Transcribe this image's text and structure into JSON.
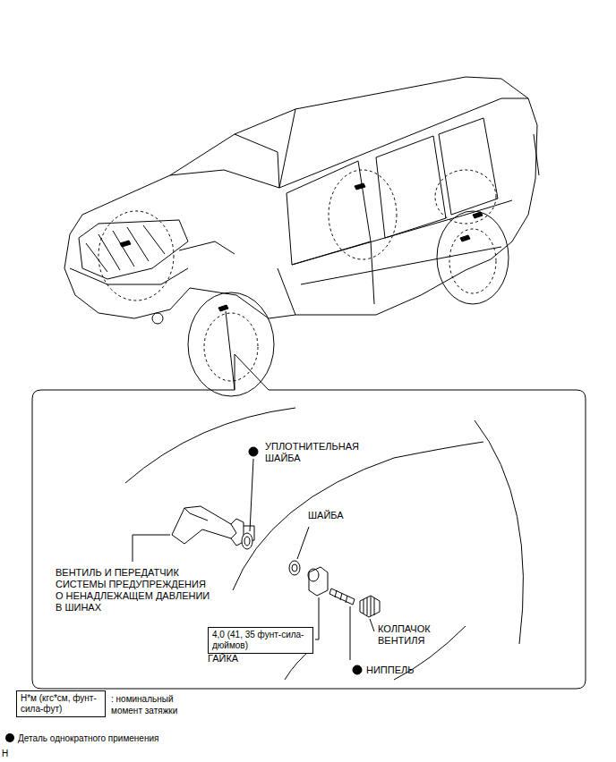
{
  "diagram": {
    "nodes": [
      {
        "text": [
          "4,0 (41, 35 фунт-сила-дюймов)"
        ]
      },
      {
        "text": [
          "Н*м (кгс*см, фунт-сила-фут)"
        ]
      }
    ],
    "labels": [
      "УПЛОТНИТЕЛЬНАЯ ШАЙБА",
      "ШАЙБА",
      "ВЕНТИЛЬ И ПЕРЕДАТЧИК СИСТЕМЫ ПРЕДУПРЕЖДЕНИЯ О НЕНАДЛЕЖАЩЕМ ДАВЛЕНИИ В ШИНАХ",
      "ГАЙКА",
      "КОЛПАЧОК ВЕНТИЛЯ",
      "НИППЕЛЬ",
      ": номинальный момент затяжки",
      "H"
    ],
    "legend": [
      {
        "text": "Деталь однократного применения"
      }
    ]
  }
}
